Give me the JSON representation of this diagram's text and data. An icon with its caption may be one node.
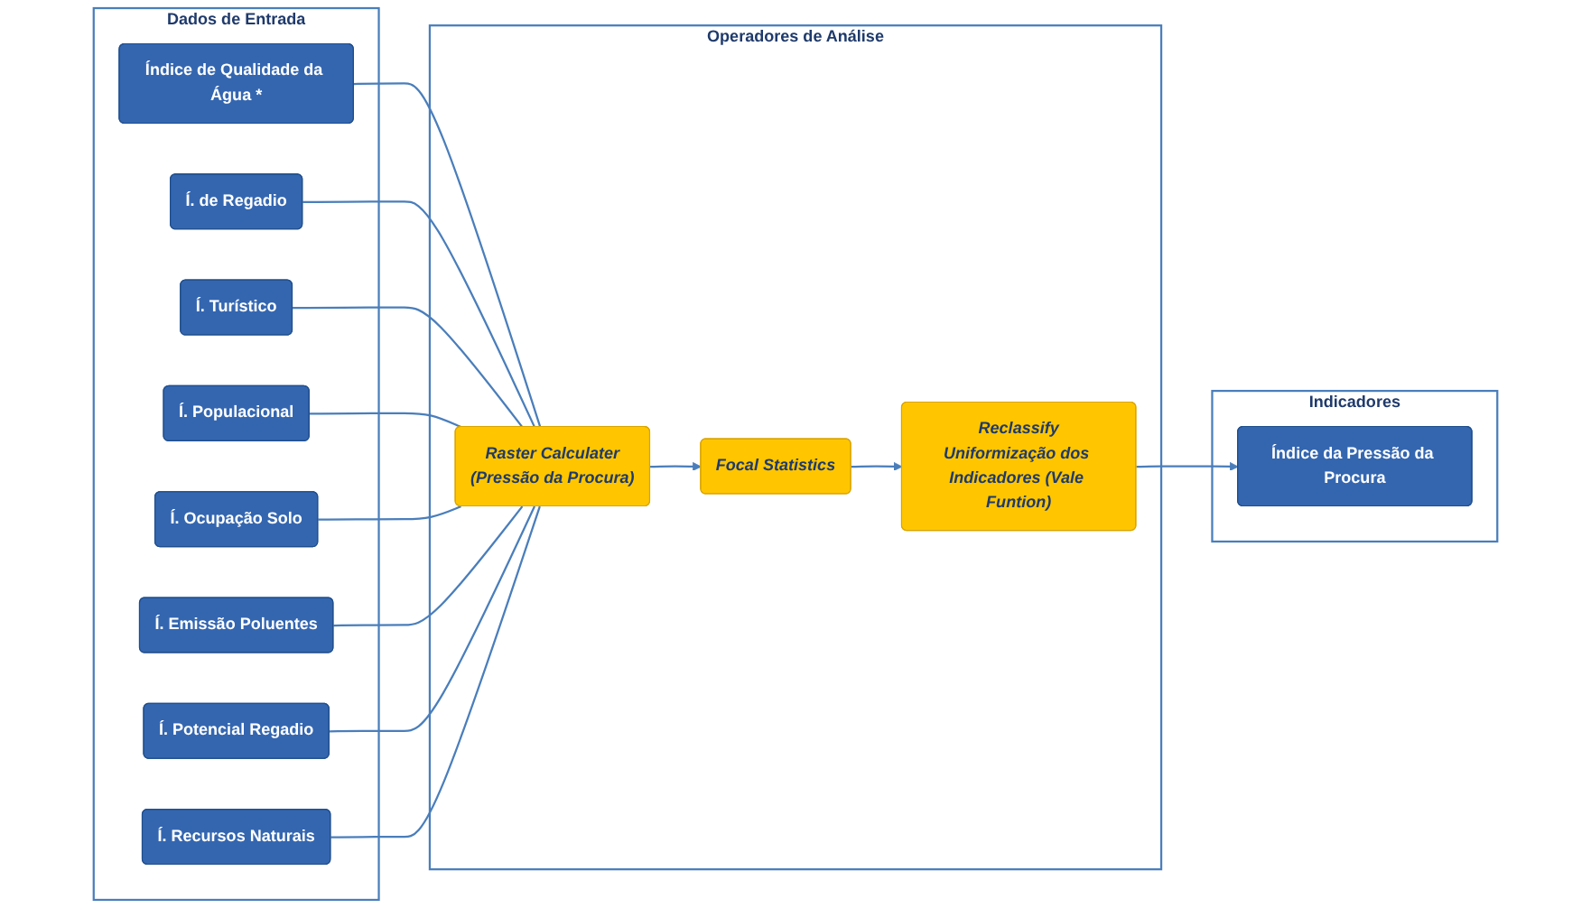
{
  "diagram": {
    "nodes": [
      {
        "text": [
          "Dados de Entrada"
        ]
      },
      {
        "text": [
          "Índice de Qualidade da Água *"
        ],
        "in": 0
      },
      {
        "text": [
          "Í. de Regadio"
        ],
        "in": 0
      },
      {
        "text": [
          "Í. Turístico"
        ],
        "in": 0
      },
      {
        "text": [
          "Í. Populacional"
        ],
        "in": 0
      },
      {
        "text": [
          "Í. Ocupação Solo"
        ],
        "in": 0
      },
      {
        "text": [
          "Í. Emissão Poluentes"
        ],
        "in": 0
      },
      {
        "text": [
          "Í. Potencial Regadio"
        ],
        "in": 0
      },
      {
        "text": [
          "Í. Recursos Naturais"
        ],
        "in": 0
      },
      {
        "text": [
          "Operadores de Análise"
        ]
      },
      {
        "text": [
          "Raster Calculater",
          "(Pressão da Procura)"
        ],
        "in": 9
      },
      {
        "text": [
          "Focal Statistics"
        ],
        "in": 9
      },
      {
        "text": [
          "Reclassify",
          "Uniformização dos Indicadores (Vale Funtion)"
        ],
        "in": 9
      },
      {
        "text": [
          "Indicadores"
        ]
      },
      {
        "text": [
          "Índice da Pressão da Procura"
        ],
        "in": 13
      }
    ],
    "edges": [
      {
        "from": 1,
        "to": 10,
        "arrow": "none"
      },
      {
        "from": 2,
        "to": 10,
        "arrow": "none"
      },
      {
        "from": 3,
        "to": 10,
        "arrow": "none"
      },
      {
        "from": 4,
        "to": 10,
        "arrow": "none"
      },
      {
        "from": 5,
        "to": 10,
        "arrow": "none"
      },
      {
        "from": 6,
        "to": 10,
        "arrow": "none"
      },
      {
        "from": 7,
        "to": 10,
        "arrow": "none"
      },
      {
        "from": 8,
        "to": 10,
        "arrow": "none"
      },
      {
        "from": 10,
        "to": 11,
        "arrow": "to"
      },
      {
        "from": 11,
        "to": 12,
        "arrow": "to"
      },
      {
        "from": 12,
        "to": 14,
        "arrow": "to"
      }
    ]
  }
}
